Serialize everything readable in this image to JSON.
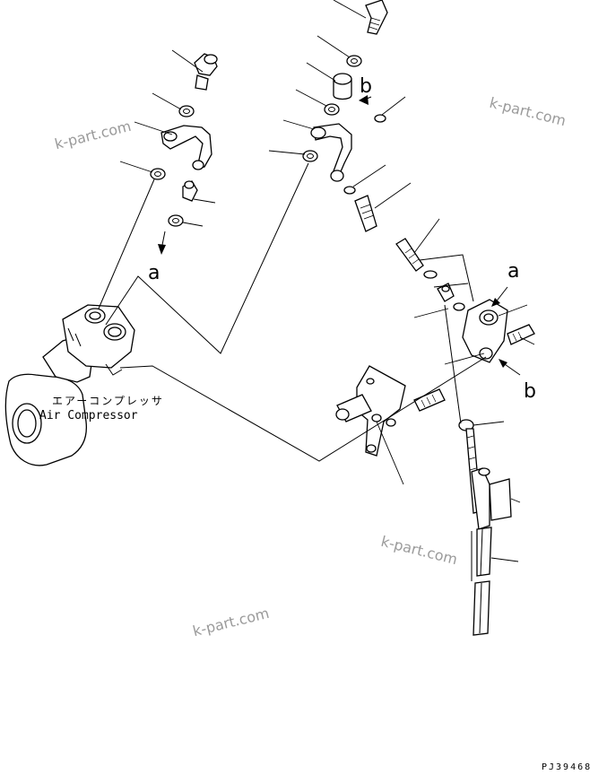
{
  "compressor": {
    "label_jp": "エアーコンプレッサ",
    "label_en": "Air Compressor"
  },
  "markers": {
    "a_left": "a",
    "b_top": "b",
    "a_right": "a",
    "b_right": "b"
  },
  "watermarks": [
    "k-part.com",
    "k-part.com",
    "k-part.com",
    "k-part.com"
  ],
  "drawing_code": "PJ39468",
  "colors": {
    "line": "#000000",
    "watermark": "#9a9a9a",
    "background": "#ffffff"
  }
}
